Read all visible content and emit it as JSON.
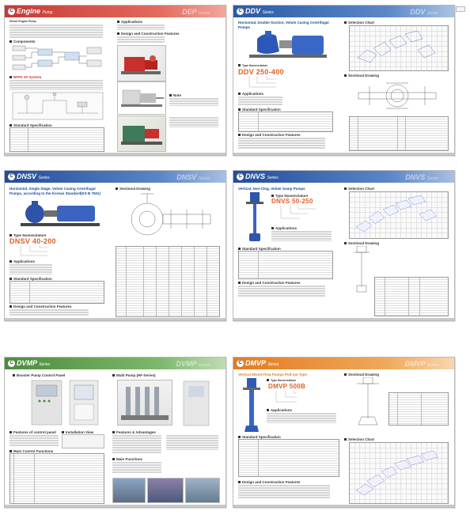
{
  "pages": {
    "engine": {
      "title": "Engine",
      "series": "Pump",
      "ghost": "DEP",
      "ghost_series": "Series",
      "subtitle": "Diesel Engine Pump",
      "sections": [
        "Applications",
        "Design and Construction Features",
        "Components",
        "Note",
        "Standard Specification",
        "NFPA 20 System"
      ]
    },
    "ddv": {
      "title": "DDV",
      "series": "Series",
      "ghost": "DDV",
      "ghost_series": "Series",
      "subtitle": "Horizontal, Double Suction, Volute Casing Centrifugal Pumps",
      "type_heading": "Type Nomenclature",
      "type_code": "DDV 250-400",
      "sections": [
        "Type Nomenclature",
        "Applications",
        "Standard Specification",
        "Design and Construction Features",
        "Selection Chart",
        "Sectional Drawing"
      ]
    },
    "dnsv": {
      "title": "DNSV",
      "series": "Series",
      "ghost": "DNSV",
      "ghost_series": "Series",
      "subtitle": "Horizontal, Single Stage, Volute Casing Centrifugal Pumps, according to the Korean Standard(KS B 7501)",
      "type_heading": "Type Nomenclature",
      "type_code": "DNSV 40-200",
      "sections": [
        "Type Nomenclature",
        "Applications",
        "Standard Specification",
        "Design and Construction Features",
        "Sectional Drawing"
      ]
    },
    "dnvs": {
      "title": "DNVS",
      "series": "Series",
      "ghost": "DNVS",
      "ghost_series": "Series",
      "subtitle": "Vertical, Non-Clog, Volute Sump Pumps",
      "type_heading": "Type Nomenclature",
      "type_code": "DNVS 50-250",
      "sections": [
        "Type Nomenclature",
        "Applications",
        "Standard Specification",
        "Design and Construction Features",
        "Selection Chart",
        "Sectional Drawing"
      ]
    },
    "dvmp": {
      "title": "DVMP",
      "series": "Series",
      "ghost": "DVMP",
      "ghost_series": "Series",
      "subtitle": "Booster Pump Control Panel",
      "right_subtitle": "Multi Pump (HF-Series)",
      "sections": [
        "Features of control panel",
        "Installation View",
        "Main Control Functions",
        "Features & Advantages",
        "Main Functions"
      ]
    },
    "dmvp": {
      "title": "DMVP",
      "series": "Series",
      "ghost": "DMVP",
      "ghost_series": "Series",
      "subtitle": "Vertical Mixed Flow Pumps Pull-out Type",
      "type_heading": "Type Nomenclature",
      "type_code": "DMVP 500B",
      "sections": [
        "Applications",
        "Standard Specification",
        "Design and Construction Features",
        "Sectional Drawing",
        "Selection Chart"
      ]
    }
  },
  "colors": {
    "engine": "#d9534f",
    "ddv": "#3b6cb5",
    "dnsv": "#2f55a4",
    "dnvs": "#2f55a4",
    "dvmp": "#5b9e4a",
    "dmvp": "#e7852e",
    "accent": "#e15f26"
  }
}
